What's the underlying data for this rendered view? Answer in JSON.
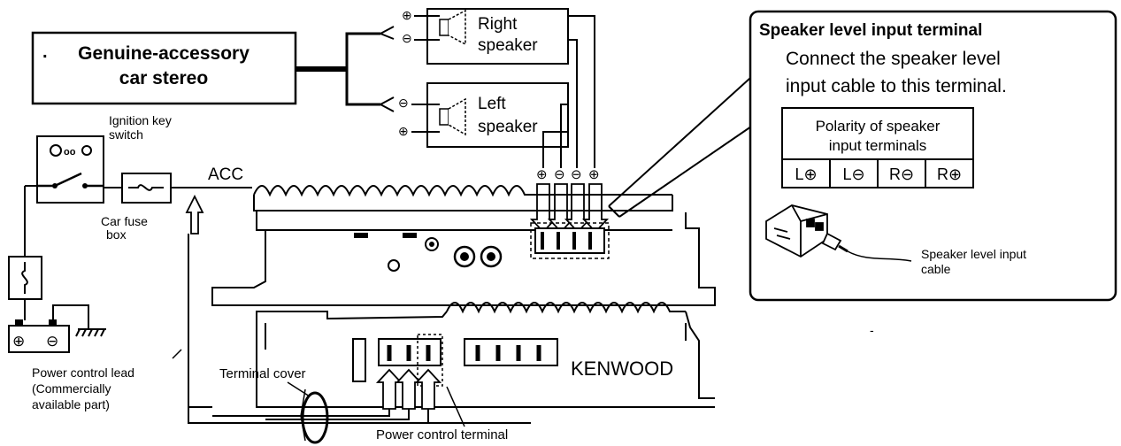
{
  "stereo": {
    "line1": "Genuine-accessory",
    "line2": "car stereo"
  },
  "speakers": {
    "right_line1": "Right",
    "right_line2": "speaker",
    "left_line1": "Left",
    "left_line2": "speaker"
  },
  "ignition": {
    "line1": "Ignition key",
    "line2": "switch"
  },
  "acc_label": "ACC",
  "fuse": {
    "line1": "Car fuse",
    "line2": "box"
  },
  "power_lead": {
    "line1": "Power control lead",
    "line2": "(Commercially",
    "line3": "available part)"
  },
  "terminal_cover": "Terminal cover",
  "power_terminal": "Power control terminal",
  "brand": "KENWOOD",
  "panel": {
    "title": "Speaker level input terminal",
    "desc_line1": "Connect the speaker level",
    "desc_line2": "input cable to this terminal.",
    "polarity_title1": "Polarity of speaker",
    "polarity_title2": "input terminals",
    "polarity_cells": [
      "L⊕",
      "L⊖",
      "R⊖",
      "R⊕"
    ],
    "cable_label1": "Speaker level input",
    "cable_label2": "cable"
  },
  "symbols": {
    "plus": "⊕",
    "minus": "⊖"
  }
}
